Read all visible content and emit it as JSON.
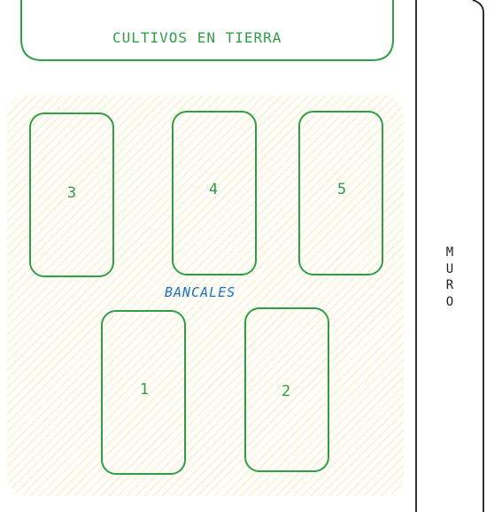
{
  "crops_area": {
    "label": "CULTIVOS EN TIERRA"
  },
  "bancales_area": {
    "label": "BANCALES",
    "fill_color": "#ffec99",
    "beds": [
      {
        "label": "3"
      },
      {
        "label": "4"
      },
      {
        "label": "5"
      },
      {
        "label": "1"
      },
      {
        "label": "2"
      }
    ]
  },
  "wall": {
    "letters": [
      "M",
      "U",
      "R",
      "O"
    ]
  },
  "colors": {
    "stroke_green": "#2f9e44",
    "text_blue": "#1971c2",
    "wall_stroke": "#1e1e1e"
  }
}
